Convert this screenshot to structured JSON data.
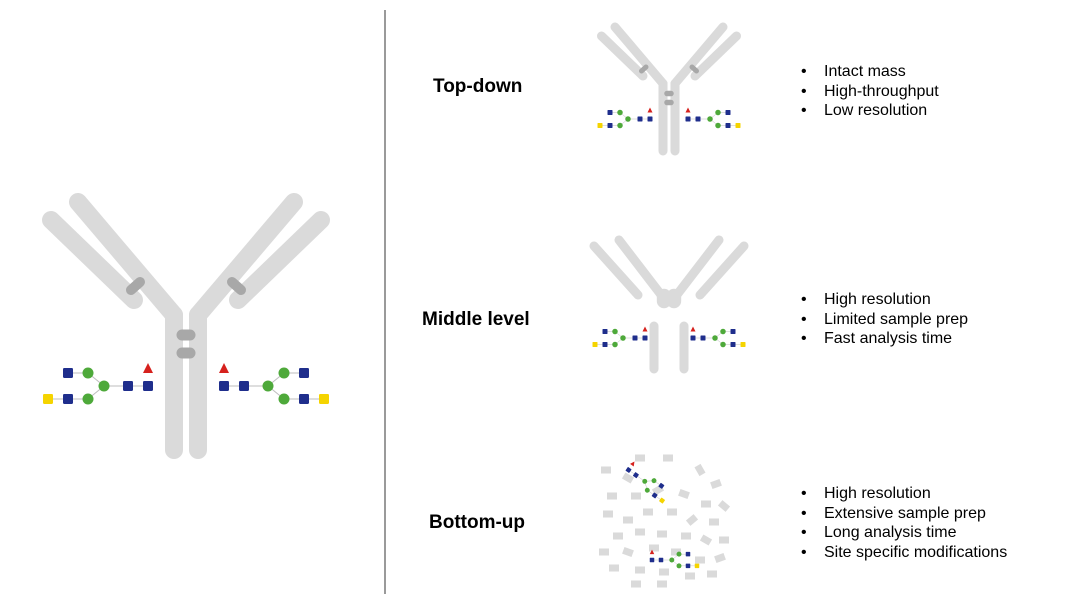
{
  "colors": {
    "chain": "#dadada",
    "disulfide": "#a8a8a8",
    "glcnac": "#1f2e8c",
    "mannose": "#4ea93a",
    "galactose": "#f5d400",
    "fucose": "#d6211d",
    "divider": "#9a9a9a"
  },
  "icons": {
    "full_antibody": "antibody-glycosylated-icon",
    "glycan_square": "glcnac-square-icon",
    "glycan_circle": "mannose-circle-icon",
    "glycan_triangle": "fucose-triangle-icon",
    "peptide_fragment": "peptide-fragment-icon"
  },
  "approaches": [
    {
      "name": "Top-down",
      "points": [
        "Intact mass",
        "High-throughput",
        "Low resolution"
      ]
    },
    {
      "name": "Middle level",
      "points": [
        "High resolution",
        "Limited sample prep",
        "Fast analysis time"
      ]
    },
    {
      "name": "Bottom-up",
      "points": [
        "High resolution",
        "Extensive sample prep",
        "Long analysis time",
        "Site specific modifications"
      ]
    }
  ]
}
